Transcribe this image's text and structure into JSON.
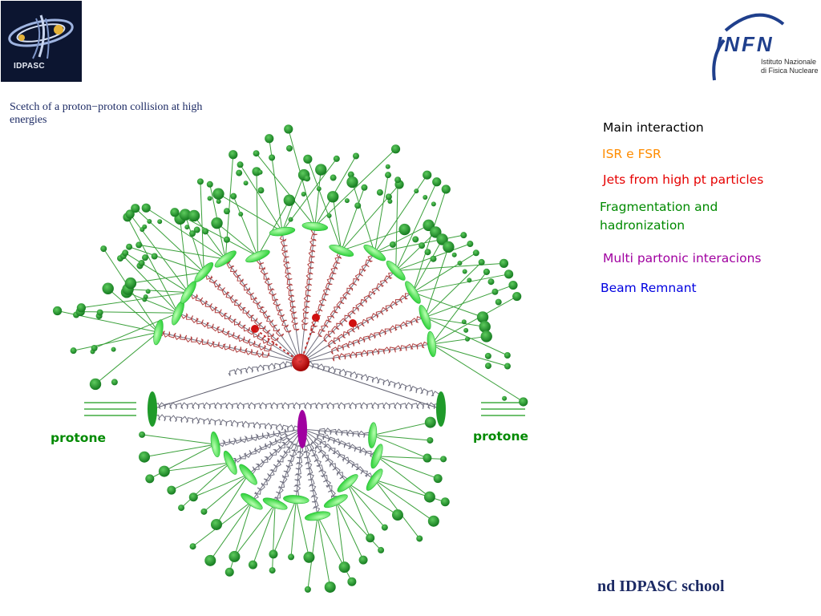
{
  "logos": {
    "left_text": "IDPASC",
    "right_word": "INFN",
    "right_subtitle": "Istituto Nazionale di Fisica Nucleare"
  },
  "sketch_title": "Scetch of a proton−proton collision at high energies",
  "legend": {
    "main": "Main interaction",
    "isr": "ISR e FSR",
    "jets": "Jets from high pt particles",
    "frag": "Fragmentation and hadronization",
    "multi": "Multi partonic interacions",
    "beam": "Beam Remnant"
  },
  "labels": {
    "proton_left": "protone",
    "proton_right": "protone"
  },
  "footer": "nd  IDPASC school",
  "colors": {
    "main": "#000000",
    "isr": "#ff8c00",
    "jets": "#e60000",
    "frag": "#008a00",
    "multi": "#a000a0",
    "beam": "#0000e0",
    "hadron": "#1f8a2a",
    "cluster": "#46e046",
    "gluon_red": "#b04040",
    "gluon_gray": "#707080"
  }
}
